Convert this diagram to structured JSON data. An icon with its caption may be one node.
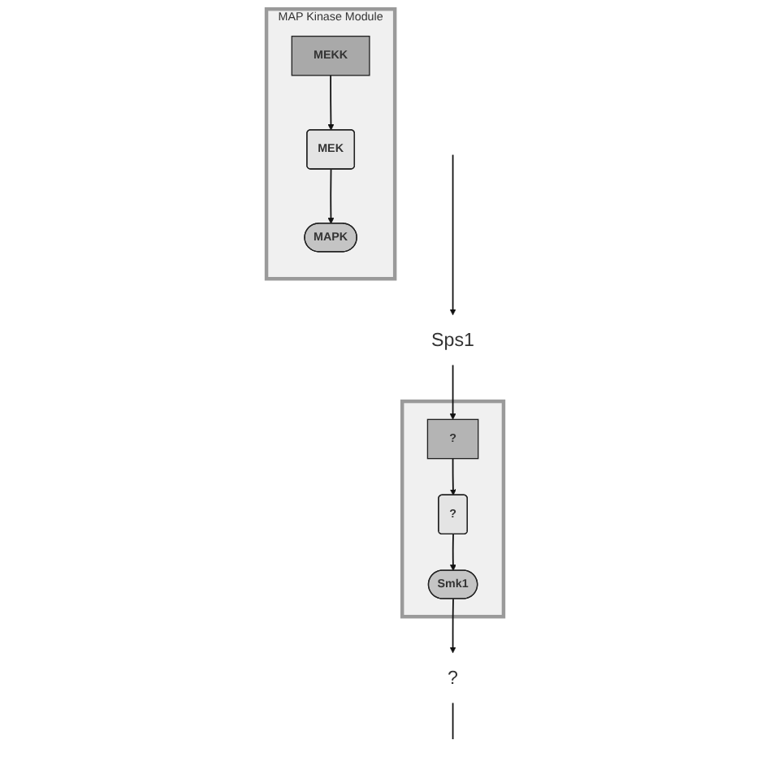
{
  "diagram": {
    "nodes": [
      {
        "text": [
          "MAP Kinase Module"
        ]
      },
      {
        "text": [
          "MEKK"
        ],
        "in": 0
      },
      {
        "text": [
          "MEK"
        ],
        "in": 0
      },
      {
        "text": [
          "MAPK"
        ],
        "in": 0
      },
      {
        "text": [
          "Sps1"
        ]
      },
      {
        "text": [],
        "shape": "box"
      },
      {
        "text": [
          "?"
        ],
        "in": 5
      },
      {
        "text": [
          "?"
        ],
        "in": 5
      },
      {
        "text": [
          "Smk1"
        ],
        "in": 5
      },
      {
        "text": [
          "?"
        ]
      }
    ],
    "edges": [
      {
        "from": 1,
        "to": 2,
        "arrow": "to"
      },
      {
        "from": 2,
        "to": 3,
        "arrow": "to"
      },
      {
        "from": null,
        "to": 4,
        "arrow": "to"
      },
      {
        "from": 4,
        "to": 6,
        "arrow": "to"
      },
      {
        "from": 6,
        "to": 7,
        "arrow": "to"
      },
      {
        "from": 7,
        "to": 8,
        "arrow": "to"
      },
      {
        "from": 8,
        "to": 9,
        "arrow": "to"
      },
      {
        "from": 9,
        "to": null,
        "arrow": "none"
      }
    ]
  }
}
